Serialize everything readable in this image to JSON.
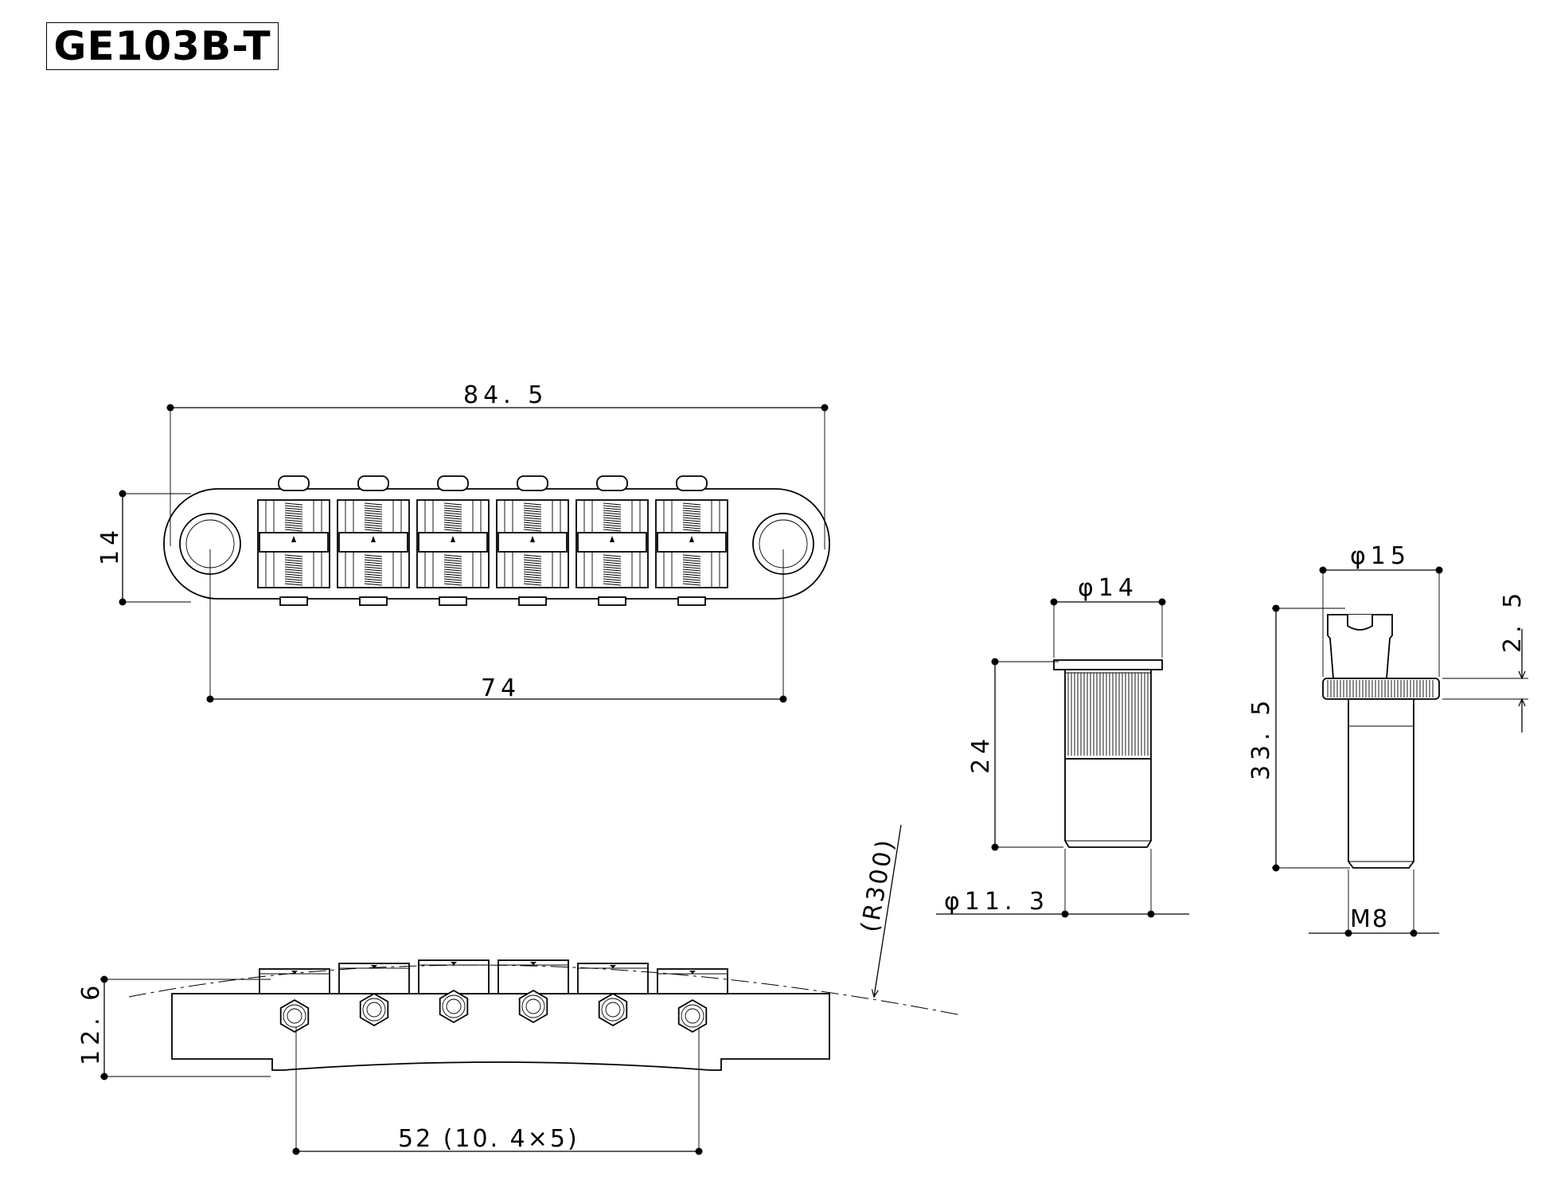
{
  "title": "GE103B-T",
  "dimensions": {
    "overall_length": "84. 5",
    "height": "14",
    "post_spacing": "74",
    "side_height": "12. 6",
    "saddle_spacing": "52 (10. 4×5)",
    "radius": "(R300)",
    "bushing_diameter": "φ14",
    "bushing_length": "24",
    "bushing_inner_diameter": "φ11. 3",
    "post_diameter": "φ15",
    "post_length": "33. 5",
    "post_head": "2. 5",
    "thread": "M8"
  }
}
